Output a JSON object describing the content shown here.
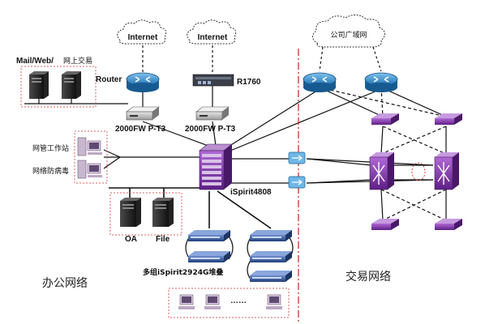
{
  "clouds": {
    "internet_1": "Internet",
    "internet_2": "Internet",
    "company_wan": "公司广域网"
  },
  "labels": {
    "mail_web": "Mail/Web/",
    "mail_web_cn": "网上交易",
    "router": "Router",
    "r1760": "R1760",
    "fw1": "2000FW P-T3",
    "fw2": "2000FW P-T3",
    "netmgmt": "网管工作站",
    "antivirus": "网络防病毒",
    "core": "iSpirit4808",
    "oa": "OA",
    "file": "File",
    "stack": "多组iSpirit2924G堆叠",
    "dots": "……",
    "office_net": "办公网络",
    "trade_net": "交易网络"
  },
  "colors": {
    "router_blue": "#1E7FC4",
    "switch_purple": "#7A2F9E",
    "border_red": "#E06060",
    "divider_red": "#D32F2F",
    "stack_blue": "#2C4E8A"
  },
  "icons": [
    "cloud-icon",
    "router-icon",
    "firewall-icon",
    "server-icon",
    "workstation-icon",
    "core-switch-icon",
    "switch-icon",
    "media-converter-icon"
  ]
}
